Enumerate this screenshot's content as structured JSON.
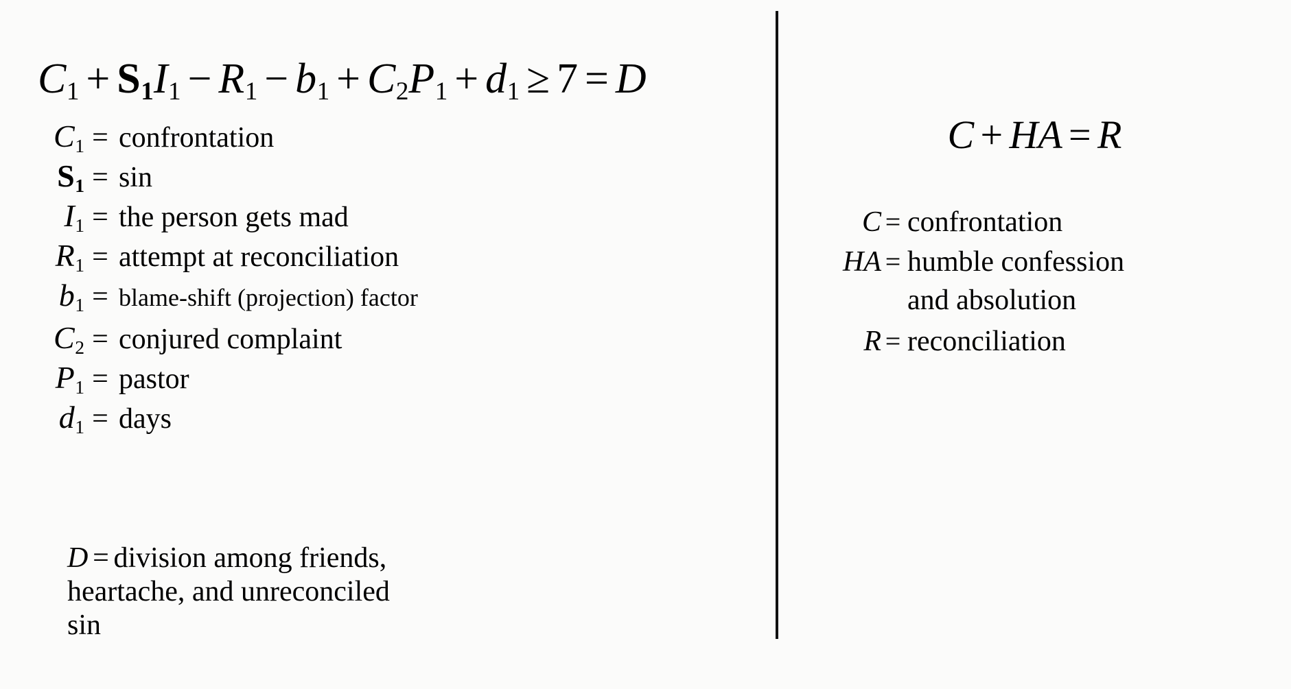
{
  "background_color": "#fbfbfa",
  "text_color": "#000000",
  "divider": {
    "name": "vertical-rule",
    "color": "#111111"
  },
  "left": {
    "equation": {
      "terms": [
        {
          "var": "C",
          "sub": "1",
          "style": "italic"
        },
        {
          "op": "+"
        },
        {
          "var": "S",
          "sub": "1",
          "style": "bold"
        },
        {
          "var": "I",
          "sub": "1",
          "style": "italic"
        },
        {
          "op": "−"
        },
        {
          "var": "R",
          "sub": "1",
          "style": "italic"
        },
        {
          "op": "−"
        },
        {
          "var": "b",
          "sub": "1",
          "style": "italic"
        },
        {
          "op": "+"
        },
        {
          "var": "C",
          "sub": "2",
          "style": "italic"
        },
        {
          "var": "P",
          "sub": "1",
          "style": "italic"
        },
        {
          "op": "+"
        },
        {
          "var": "d",
          "sub": "1",
          "style": "italic"
        },
        {
          "op": "≥"
        },
        {
          "num": "7"
        },
        {
          "op": "="
        },
        {
          "var": "D",
          "sub": "",
          "style": "italic"
        }
      ],
      "plain_text": "C₁ + S₁I₁ − R₁ − b₁ + C₂P₁ + d₁ ≥ 7 = D"
    },
    "equals_sign": "=",
    "legend": [
      {
        "symbol": "C",
        "subscript": "1",
        "symbol_style": "italic",
        "definition": "confrontation"
      },
      {
        "symbol": "S",
        "subscript": "1",
        "symbol_style": "bold",
        "definition": "sin"
      },
      {
        "symbol": "I",
        "subscript": "1",
        "symbol_style": "italic",
        "definition": "the person gets mad"
      },
      {
        "symbol": "R",
        "subscript": "1",
        "symbol_style": "italic",
        "definition": "attempt at reconciliation"
      },
      {
        "symbol": "b",
        "subscript": "1",
        "symbol_style": "italic",
        "definition": "blame-shift (projection) factor"
      },
      {
        "symbol": "C",
        "subscript": "2",
        "symbol_style": "italic",
        "definition": "conjured complaint"
      },
      {
        "symbol": "P",
        "subscript": "1",
        "symbol_style": "italic",
        "definition": "pastor"
      },
      {
        "symbol": "d",
        "subscript": "1",
        "symbol_style": "italic",
        "definition": "days"
      }
    ],
    "d_entry": {
      "symbol": "D",
      "symbol_style": "italic",
      "equals_sign": "=",
      "line1": "division among friends,",
      "line2": "heartache, and unreconciled",
      "line3": "sin"
    }
  },
  "right": {
    "equation": {
      "terms": [
        {
          "var": "C",
          "style": "italic"
        },
        {
          "op": "+"
        },
        {
          "var": "HA",
          "style": "italic"
        },
        {
          "op": "="
        },
        {
          "var": "R",
          "style": "italic"
        }
      ],
      "plain_text": "C + HA = R"
    },
    "equals_sign": "=",
    "legend": [
      {
        "symbol": "C",
        "symbol_style": "italic",
        "definition": "confrontation",
        "continuation": ""
      },
      {
        "symbol": "HA",
        "symbol_style": "italic",
        "definition": "humble confession",
        "continuation": "and absolution"
      },
      {
        "symbol": "R",
        "symbol_style": "italic",
        "definition": "reconciliation",
        "continuation": ""
      }
    ]
  }
}
